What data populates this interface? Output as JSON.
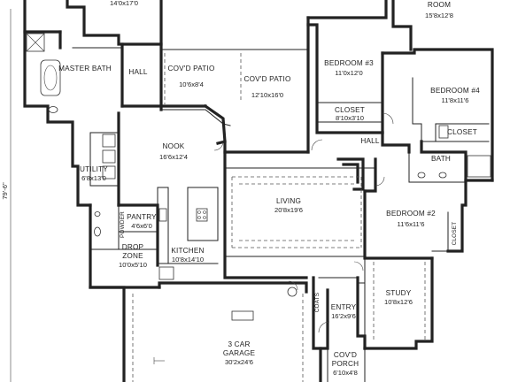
{
  "overall_dimension": "79'-6\"",
  "rooms": [
    {
      "id": "master-bedroom",
      "name": "",
      "size": "14'0x17'0"
    },
    {
      "id": "master-bath",
      "name": "MASTER BATH",
      "size": ""
    },
    {
      "id": "hall-west",
      "name": "HALL",
      "size": ""
    },
    {
      "id": "covd-patio-1",
      "name": "COV'D PATIO",
      "size": "10'6x8'4"
    },
    {
      "id": "covd-patio-2",
      "name": "COV'D PATIO",
      "size": "12'10x16'0"
    },
    {
      "id": "bedroom-3",
      "name": "BEDROOM #3",
      "size": "11'0x12'0"
    },
    {
      "id": "closet-3",
      "name": "CLOSET",
      "size": "8'10x3'10"
    },
    {
      "id": "game-room",
      "name": "ROOM",
      "size": "15'8x12'8"
    },
    {
      "id": "bedroom-4",
      "name": "BEDROOM #4",
      "size": "11'8x11'6"
    },
    {
      "id": "closet-4",
      "name": "CLOSET",
      "size": ""
    },
    {
      "id": "hall-east",
      "name": "HALL",
      "size": ""
    },
    {
      "id": "bath",
      "name": "BATH",
      "size": ""
    },
    {
      "id": "nook",
      "name": "NOOK",
      "size": "16'6x12'4"
    },
    {
      "id": "utility",
      "name": "UTILITY",
      "size": "6'8x13'0"
    },
    {
      "id": "living",
      "name": "LIVING",
      "size": "20'8x19'6"
    },
    {
      "id": "bedroom-2",
      "name": "BEDROOM #2",
      "size": "11'6x11'6"
    },
    {
      "id": "closet-2",
      "name": "CLOSET",
      "size": ""
    },
    {
      "id": "pantry",
      "name": "PANTRY",
      "size": "4'6x6'0"
    },
    {
      "id": "powder",
      "name": "POWDER",
      "size": ""
    },
    {
      "id": "drop-zone",
      "name": "DROP ZONE",
      "size": "10'0x5'10"
    },
    {
      "id": "kitchen",
      "name": "KITCHEN",
      "size": "10'8x14'10"
    },
    {
      "id": "coats",
      "name": "COATS",
      "size": ""
    },
    {
      "id": "entry",
      "name": "ENTRY",
      "size": "16'2x9'6"
    },
    {
      "id": "study",
      "name": "STUDY",
      "size": "10'8x12'6"
    },
    {
      "id": "garage",
      "name": "3 CAR GARAGE",
      "size": "30'2x24'6"
    },
    {
      "id": "covd-porch",
      "name": "COV'D PORCH",
      "size": "6'10x4'8"
    }
  ]
}
